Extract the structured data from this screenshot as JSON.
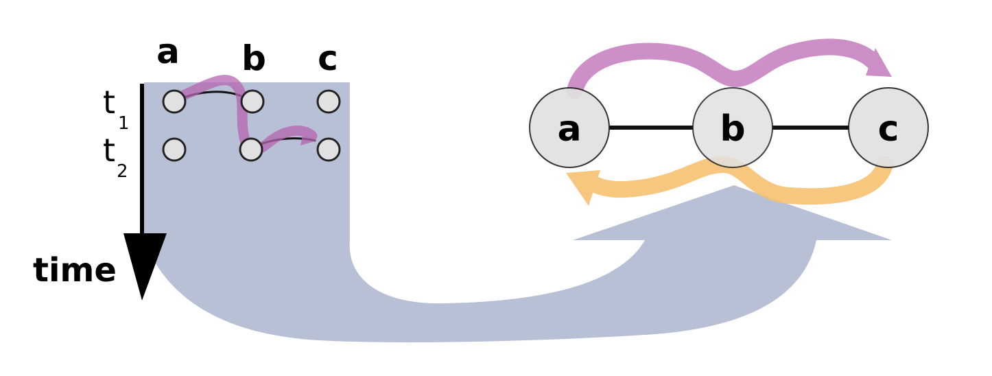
{
  "columns": [
    "a",
    "b",
    "c"
  ],
  "rows": [
    {
      "label": "t",
      "sub": "1"
    },
    {
      "label": "t",
      "sub": "2"
    }
  ],
  "axis_label": "time",
  "graph": {
    "nodes": [
      "a",
      "b",
      "c"
    ]
  },
  "colors": {
    "panel": "#b8c0d6",
    "purple": "#c57fbf",
    "orange": "#f6bf6e",
    "node_fill": "#e1e1e1",
    "node_stroke": "#222222"
  }
}
